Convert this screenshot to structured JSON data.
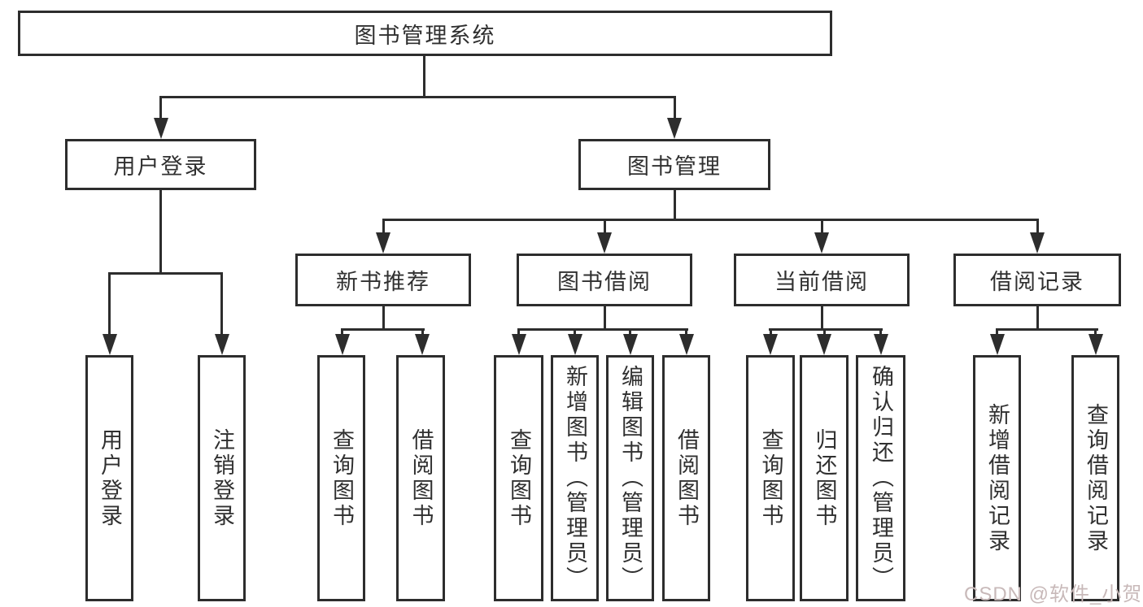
{
  "tree": {
    "root": {
      "label": "图书管理系统",
      "children": [
        {
          "label": "用户登录",
          "children": [
            {
              "label": "用户登录"
            },
            {
              "label": "注销登录"
            }
          ]
        },
        {
          "label": "图书管理",
          "children": [
            {
              "label": "新书推荐",
              "children": [
                {
                  "label": "查询图书"
                },
                {
                  "label": "借阅图书"
                }
              ]
            },
            {
              "label": "图书借阅",
              "children": [
                {
                  "label": "查询图书"
                },
                {
                  "label": "新增图书（管理员）"
                },
                {
                  "label": "编辑图书（管理员）"
                },
                {
                  "label": "借阅图书"
                }
              ]
            },
            {
              "label": "当前借阅",
              "children": [
                {
                  "label": "查询图书"
                },
                {
                  "label": "归还图书"
                },
                {
                  "label": "确认归还（管理员）"
                }
              ]
            },
            {
              "label": "借阅记录",
              "children": [
                {
                  "label": "新增借阅记录"
                },
                {
                  "label": "查询借阅记录"
                }
              ]
            }
          ]
        }
      ]
    }
  },
  "watermark": {
    "text": "CSDN @软件_小贺同学",
    "color": "#c8b9b9"
  },
  "colors": {
    "line": "#2d2d2d",
    "box_background": "#ffffff",
    "text": "#303030"
  }
}
